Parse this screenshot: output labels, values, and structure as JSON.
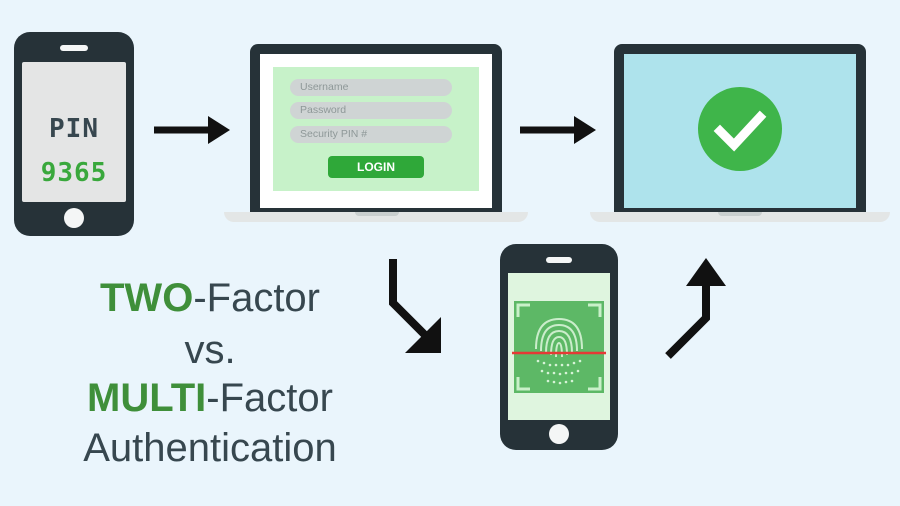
{
  "pin_phone": {
    "label": "PIN",
    "code": "9365"
  },
  "login_form": {
    "username_placeholder": "Username",
    "password_placeholder": "Password",
    "security_pin_placeholder": "Security PIN #",
    "login_button": "LOGIN"
  },
  "title": {
    "line1_strong": "TWO",
    "line1_rest": "-Factor",
    "line2": "vs.",
    "line3_strong": "MULTI",
    "line3_rest": "-Factor",
    "line4": "Authentication"
  },
  "icons": {
    "success": "checkmark-icon",
    "biometric": "fingerprint-icon",
    "arrows": [
      "arrow-right-icon",
      "arrow-right-icon",
      "arrow-down-right-icon",
      "arrow-up-right-icon"
    ]
  },
  "colors": {
    "background": "#eaf5fc",
    "device_dark": "#263238",
    "accent_green": "#3f8f3a",
    "login_green": "#2fa839",
    "success_green": "#3fb54a",
    "scan_line": "#e53935",
    "text_dark": "#37474f"
  }
}
